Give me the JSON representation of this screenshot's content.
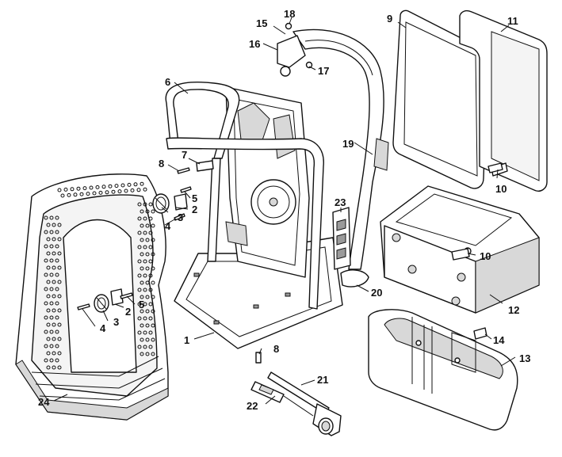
{
  "diagram": {
    "callouts": [
      {
        "id": "c1",
        "text": "1"
      },
      {
        "id": "c2a",
        "text": "2"
      },
      {
        "id": "c2b",
        "text": "2"
      },
      {
        "id": "c3a",
        "text": "3"
      },
      {
        "id": "c3b",
        "text": "3"
      },
      {
        "id": "c4a",
        "text": "4"
      },
      {
        "id": "c4b",
        "text": "4"
      },
      {
        "id": "c5a",
        "text": "5"
      },
      {
        "id": "c5b",
        "text": "5"
      },
      {
        "id": "c6",
        "text": "6"
      },
      {
        "id": "c7",
        "text": "7"
      },
      {
        "id": "c8a",
        "text": "8"
      },
      {
        "id": "c8b",
        "text": "8"
      },
      {
        "id": "c9",
        "text": "9"
      },
      {
        "id": "c10a",
        "text": "10"
      },
      {
        "id": "c10b",
        "text": "10"
      },
      {
        "id": "c11",
        "text": "11"
      },
      {
        "id": "c12",
        "text": "12"
      },
      {
        "id": "c13",
        "text": "13"
      },
      {
        "id": "c14",
        "text": "14"
      },
      {
        "id": "c15",
        "text": "15"
      },
      {
        "id": "c16",
        "text": "16"
      },
      {
        "id": "c17",
        "text": "17"
      },
      {
        "id": "c18",
        "text": "18"
      },
      {
        "id": "c19",
        "text": "19"
      },
      {
        "id": "c20",
        "text": "20"
      },
      {
        "id": "c21",
        "text": "21"
      },
      {
        "id": "c22",
        "text": "22"
      },
      {
        "id": "c23",
        "text": "23"
      },
      {
        "id": "c24",
        "text": "24"
      }
    ]
  }
}
